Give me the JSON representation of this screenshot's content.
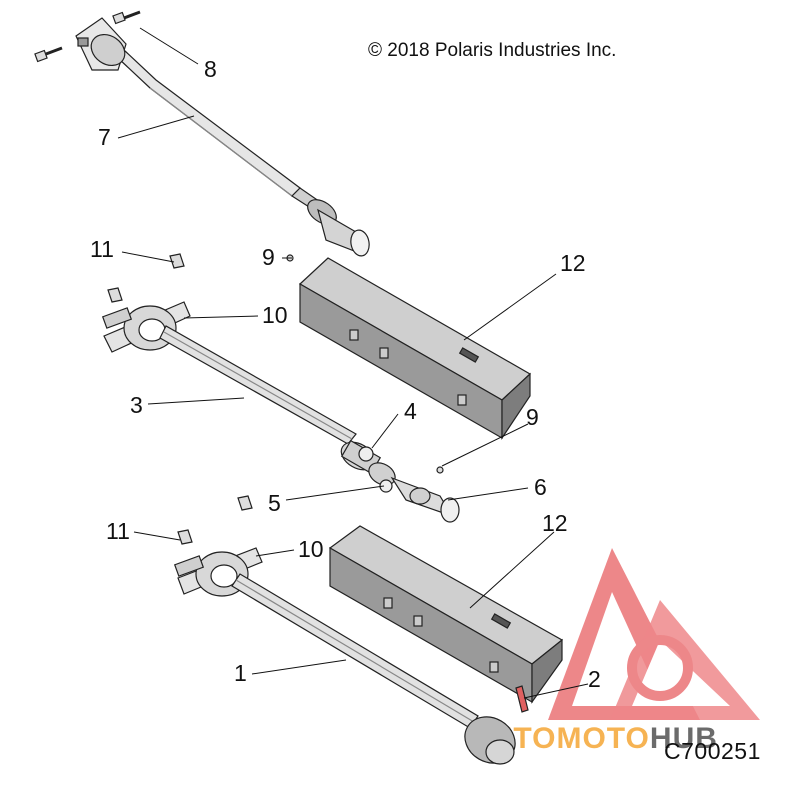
{
  "copyright": "© 2018 Polaris Industries Inc.",
  "figure_id": "C700251",
  "watermark": {
    "text_part1": "AUTOMOTO",
    "text_part2": "HUB",
    "color_red": "#e0262a",
    "color_orange": "#f39a1a",
    "color_dark": "#3a3a3a"
  },
  "callouts": {
    "c1": "1",
    "c2": "2",
    "c3": "3",
    "c4": "4",
    "c5": "5",
    "c6": "6",
    "c7": "7",
    "c8": "8",
    "c9a": "9",
    "c9b": "9",
    "c10a": "10",
    "c10b": "10",
    "c11a": "11",
    "c11b": "11",
    "c12a": "12",
    "c12b": "12"
  }
}
